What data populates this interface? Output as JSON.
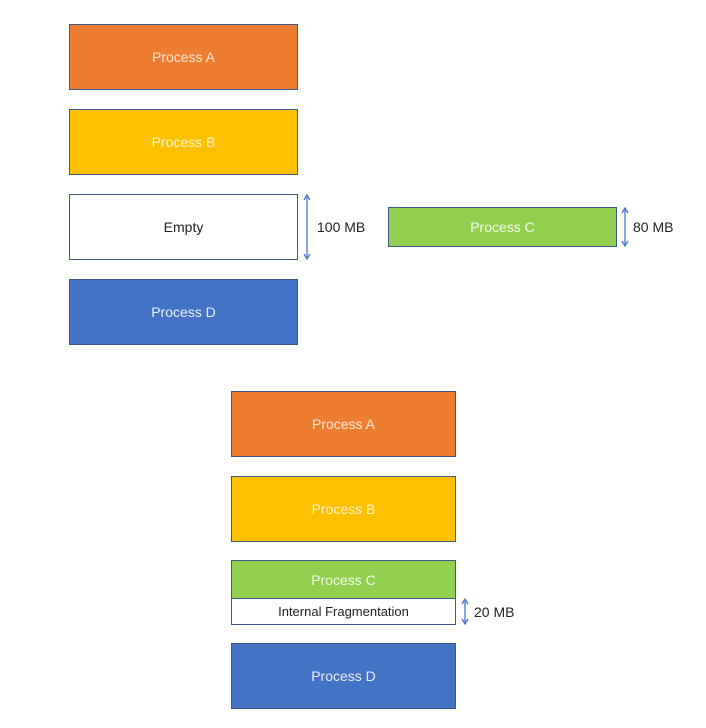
{
  "before": {
    "process_a": "Process A",
    "process_b": "Process B",
    "empty": "Empty",
    "empty_size": "100 MB",
    "process_d": "Process D"
  },
  "incoming": {
    "process_c": "Process C",
    "size": "80 MB"
  },
  "after": {
    "process_a": "Process A",
    "process_b": "Process B",
    "process_c": "Process C",
    "internal_fragmentation": "Internal Fragmentation",
    "fragment_size": "20 MB",
    "process_d": "Process D"
  },
  "colors": {
    "process_a": "#ed7d31",
    "process_b": "#ffc000",
    "process_c": "#92d050",
    "process_d": "#4472c4",
    "empty": "#ffffff",
    "arrow": "#4472c4"
  }
}
